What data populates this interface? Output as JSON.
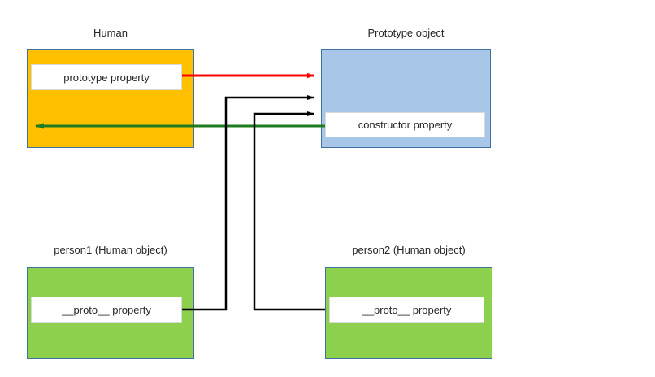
{
  "diagram": {
    "title_human": "Human",
    "title_prototype": "Prototype object",
    "title_person1": "person1 (Human object)",
    "title_person2": "person2 (Human object)",
    "label_prototype_property": "prototype property",
    "label_constructor_property": "constructor property",
    "label_proto_property_1": "__proto__ property",
    "label_proto_property_2": "__proto__ property",
    "colors": {
      "human_fill": "#ffc000",
      "prototype_fill": "#a8c7e8",
      "person_fill": "#8dd04d",
      "box_border": "#41719c",
      "inner_fill": "#ffffff",
      "arrow_prototype_link": "#ff0000",
      "arrow_constructor_link": "#1e7b1e",
      "arrow_proto_link": "#000000",
      "background": "#ffffff"
    },
    "connectors": [
      {
        "name": "prototype-to-prototype-object",
        "from": "Human.prototype property",
        "to": "Prototype object",
        "color": "#ff0000"
      },
      {
        "name": "constructor-to-human",
        "from": "Prototype object.constructor property",
        "to": "Human",
        "color": "#1e7b1e"
      },
      {
        "name": "person1-proto-to-prototype-object",
        "from": "person1.__proto__ property",
        "to": "Prototype object",
        "color": "#000000"
      },
      {
        "name": "person2-proto-to-prototype-object",
        "from": "person2.__proto__ property",
        "to": "Prototype object",
        "color": "#000000"
      }
    ]
  }
}
